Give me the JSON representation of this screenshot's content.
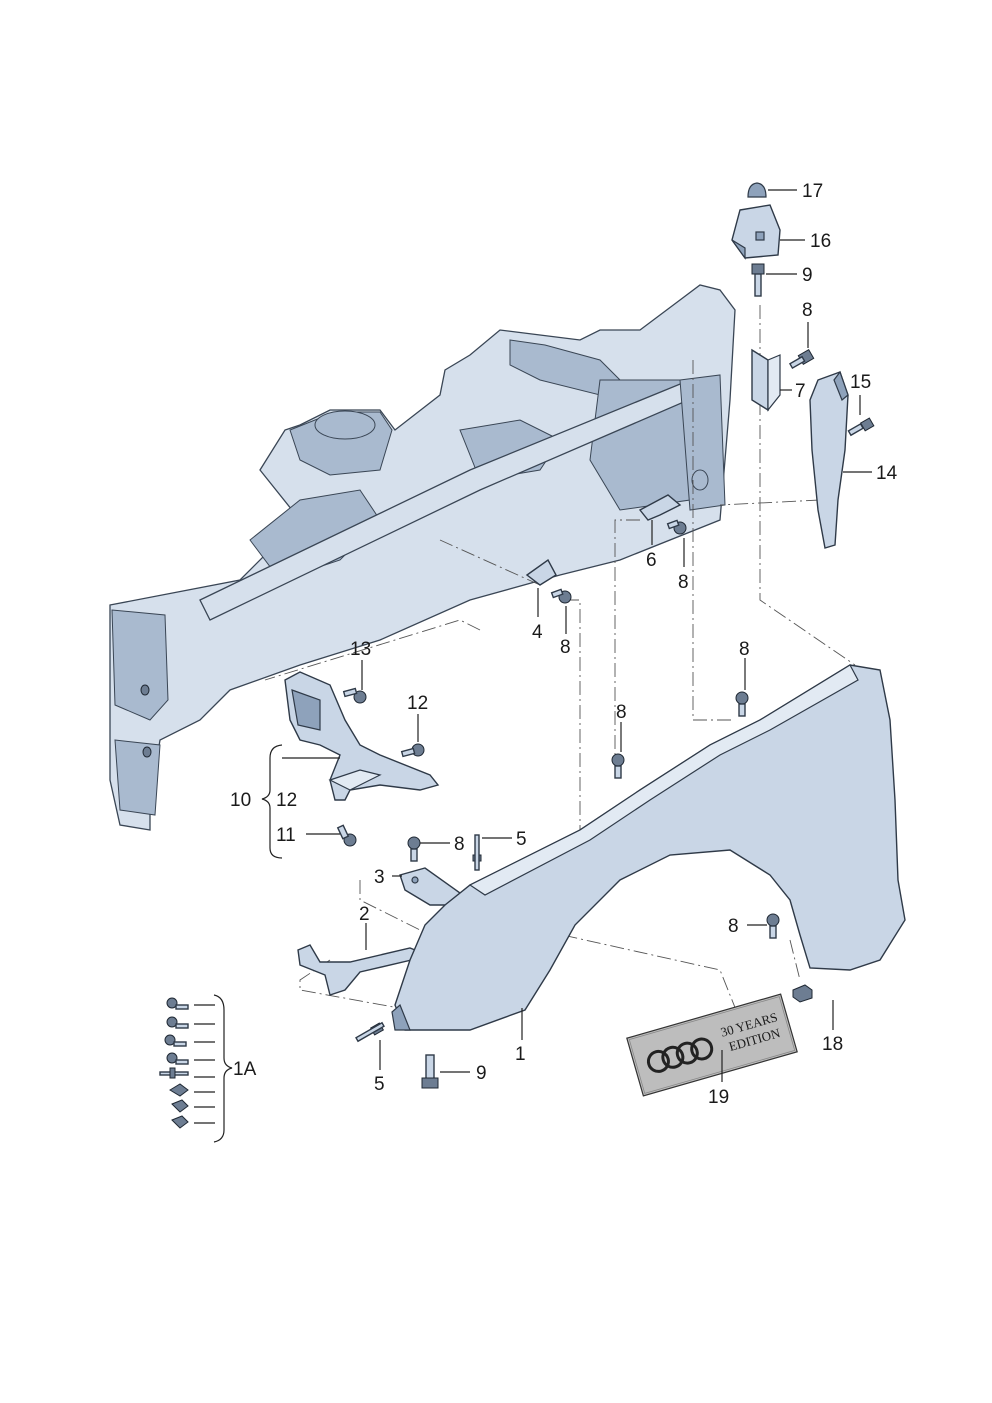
{
  "callouts": {
    "c1": "1",
    "c1a": "1A",
    "c2": "2",
    "c3": "3",
    "c4": "4",
    "c5a": "5",
    "c5b": "5",
    "c6": "6",
    "c7": "7",
    "c8a": "8",
    "c8b": "8",
    "c8c": "8",
    "c8d": "8",
    "c8e": "8",
    "c8f": "8",
    "c8g": "8",
    "c9a": "9",
    "c9b": "9",
    "c10": "10",
    "c11": "11",
    "c12a": "12",
    "c12b": "12",
    "c13": "13",
    "c14": "14",
    "c15": "15",
    "c16": "16",
    "c17": "17",
    "c18": "18",
    "c19": "19"
  },
  "badge": {
    "line1": "30 YEARS",
    "line2": "EDITION"
  },
  "colors": {
    "part_fill": "#c9d6e6",
    "part_dark": "#8ea2bb",
    "outline": "#2f3a48"
  }
}
